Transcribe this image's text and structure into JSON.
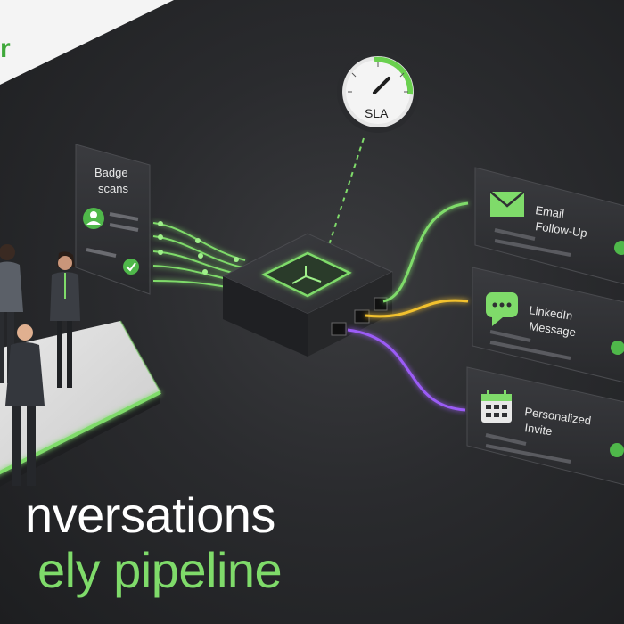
{
  "brand": {
    "fragment": "r"
  },
  "source_card": {
    "title_line_1": "Badge",
    "title_line_2": "scans"
  },
  "gauge": {
    "label": "SLA",
    "level": 0.3
  },
  "channels": [
    {
      "label_line_1": "Email",
      "label_line_2": "Follow-Up",
      "icon": "envelope-icon",
      "accent": "#7fdb6a"
    },
    {
      "label_line_1": "LinkedIn",
      "label_line_2": "Message",
      "icon": "chat-bubble-icon",
      "accent": "#f2c12e"
    },
    {
      "label_line_1": "Personalized",
      "label_line_2": "Invite",
      "icon": "calendar-icon",
      "accent": "#9b5cf6"
    }
  ],
  "caption": {
    "line_1": "nversations",
    "line_2": "ely pipeline"
  },
  "colors": {
    "accent_green": "#7fdb6a",
    "accent_yellow": "#f2c12e",
    "accent_purple": "#9b5cf6",
    "background": "#2a2b2e",
    "card": "#2f3033"
  }
}
